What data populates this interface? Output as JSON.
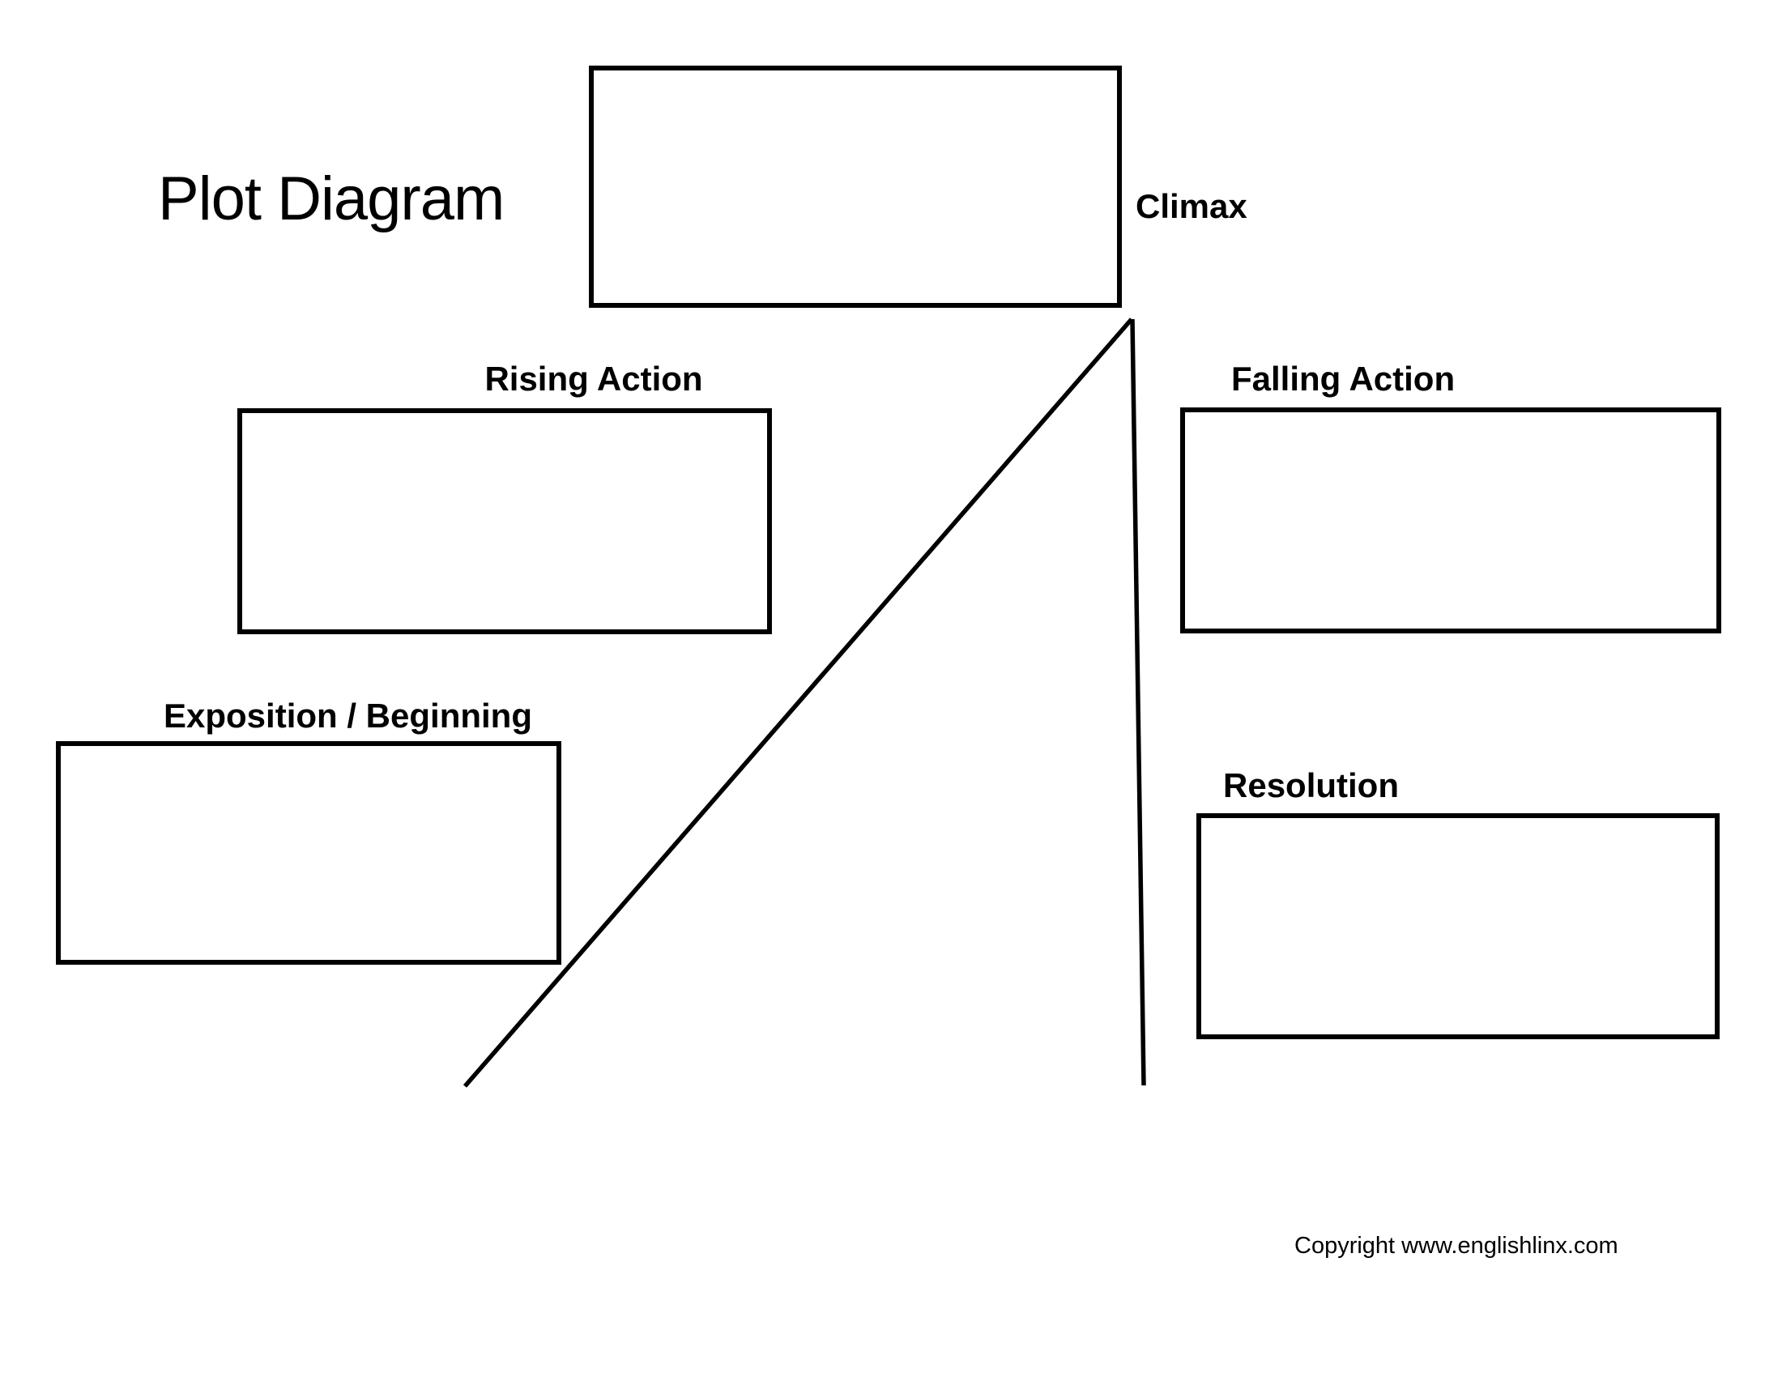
{
  "page": {
    "title": "Plot Diagram",
    "copyright": "Copyright www.englishlinx.com",
    "colors": {
      "background": "#ffffff",
      "ink": "#000000"
    }
  },
  "diagram": {
    "type": "plot-structure-graphic-organizer",
    "labels": {
      "climax": "Climax",
      "rising_action": "Rising Action",
      "falling_action": "Falling Action",
      "exposition": "Exposition / Beginning",
      "resolution": "Resolution"
    },
    "answer_boxes": [
      {
        "id": "climax",
        "label": "Climax",
        "value": ""
      },
      {
        "id": "rising_action",
        "label": "Rising Action",
        "value": ""
      },
      {
        "id": "falling_action",
        "label": "Falling Action",
        "value": ""
      },
      {
        "id": "exposition",
        "label": "Exposition / Beginning",
        "value": ""
      },
      {
        "id": "resolution",
        "label": "Resolution",
        "value": ""
      }
    ],
    "connectors": [
      {
        "id": "rising-line",
        "description": "diagonal line rising from lower left to the peak"
      },
      {
        "id": "falling-line",
        "description": "near-vertical line descending from the peak"
      }
    ]
  }
}
